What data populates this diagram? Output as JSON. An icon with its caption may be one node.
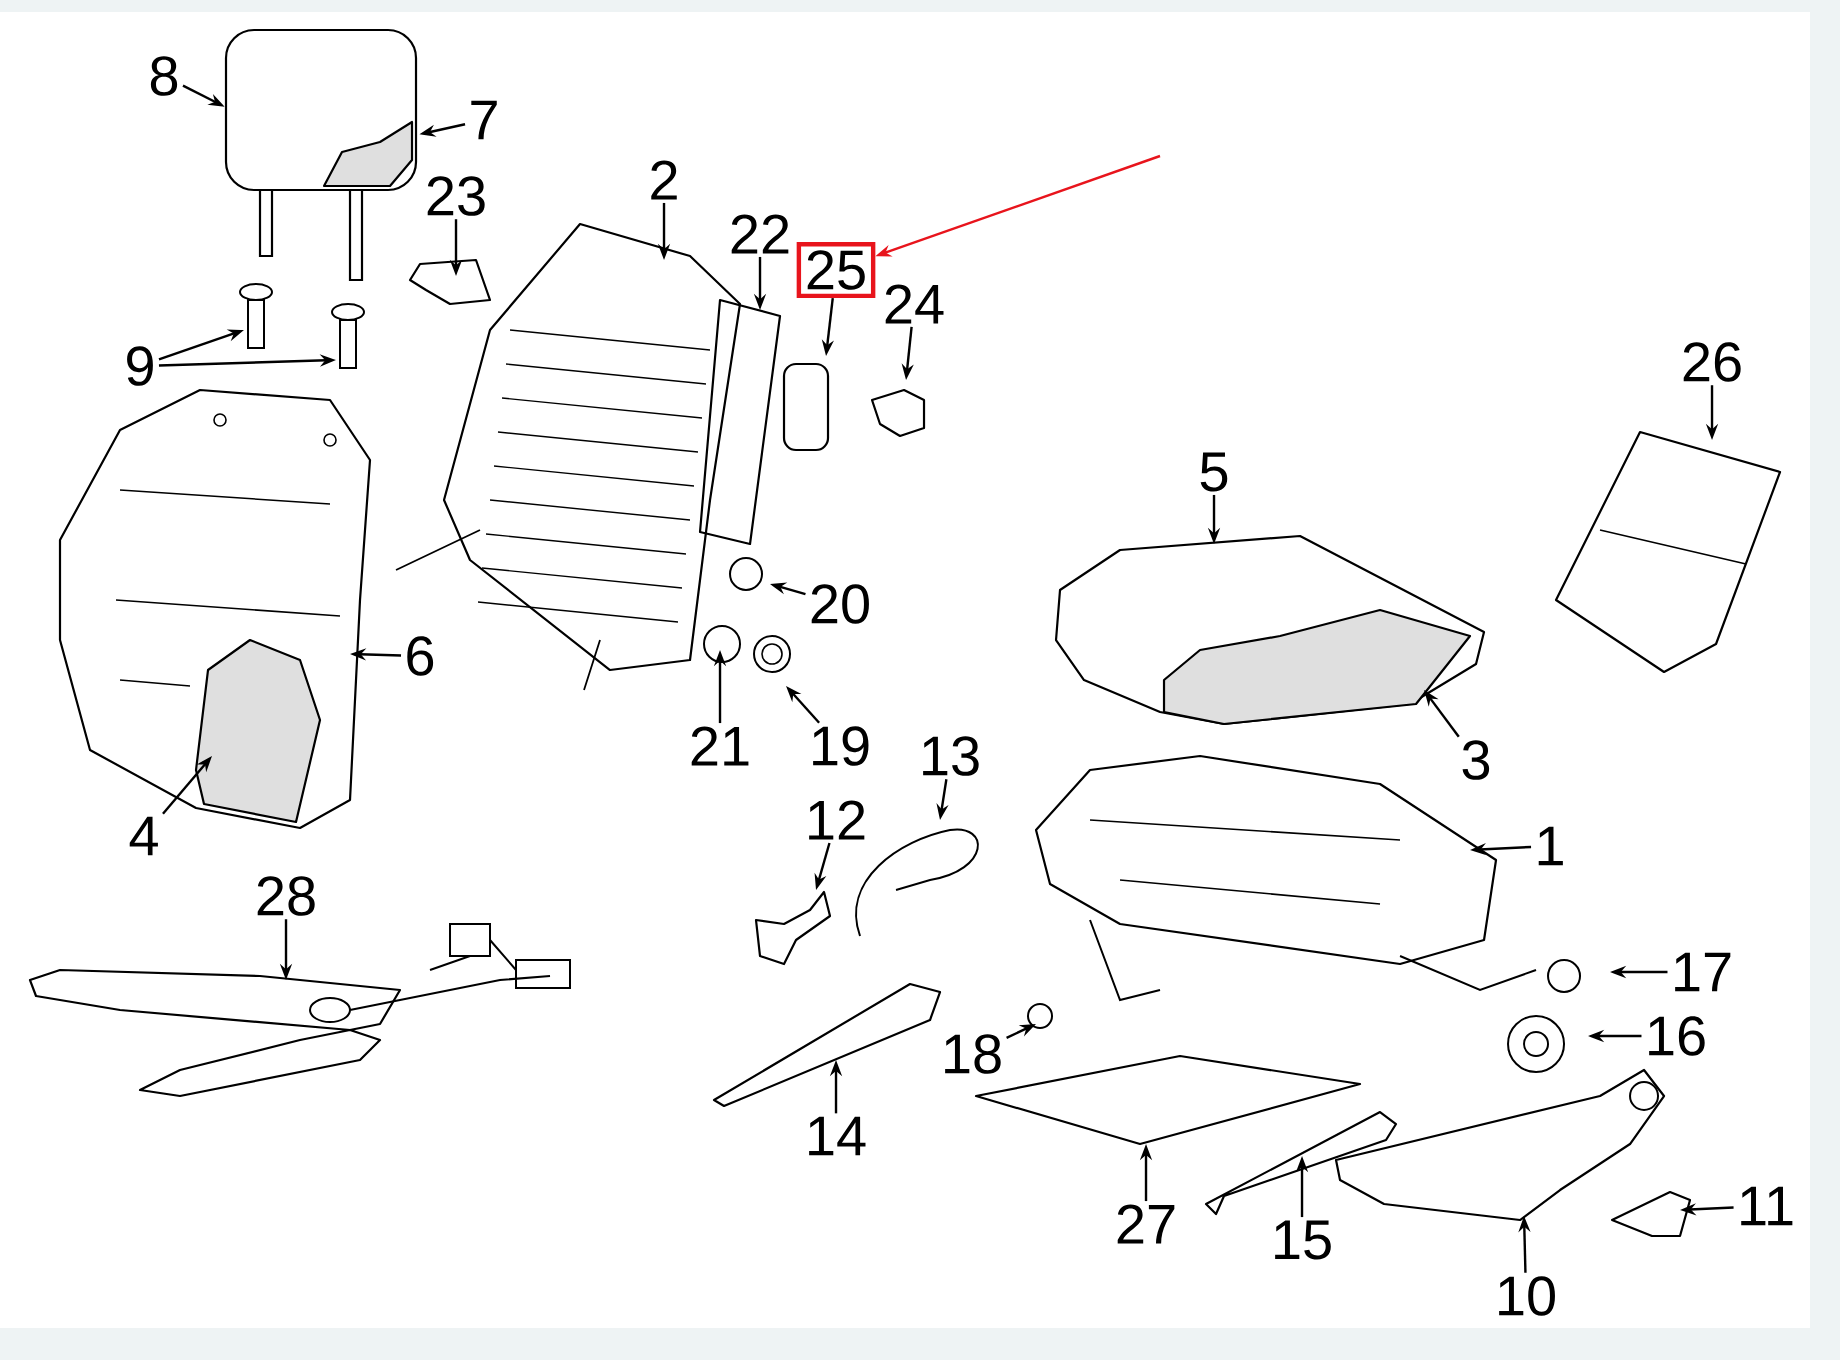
{
  "diagram": {
    "nodes": [
      {
        "text": [
          "1"
        ]
      },
      {
        "text": [
          "2"
        ]
      },
      {
        "text": [
          "3"
        ]
      },
      {
        "text": [
          "4"
        ]
      },
      {
        "text": [
          "5"
        ]
      },
      {
        "text": [
          "6"
        ]
      },
      {
        "text": [
          "7"
        ]
      },
      {
        "text": [
          "8"
        ]
      },
      {
        "text": [
          "9"
        ]
      },
      {
        "text": [
          "10"
        ]
      },
      {
        "text": [
          "11"
        ]
      },
      {
        "text": [
          "12"
        ]
      },
      {
        "text": [
          "13"
        ]
      },
      {
        "text": [
          "14"
        ]
      },
      {
        "text": [
          "15"
        ]
      },
      {
        "text": [
          "16"
        ]
      },
      {
        "text": [
          "17"
        ]
      },
      {
        "text": [
          "18"
        ]
      },
      {
        "text": [
          "19"
        ]
      },
      {
        "text": [
          "20"
        ]
      },
      {
        "text": [
          "21"
        ]
      },
      {
        "text": [
          "22"
        ]
      },
      {
        "text": [
          "23"
        ]
      },
      {
        "text": [
          "24"
        ]
      },
      {
        "text": [
          "25"
        ]
      },
      {
        "text": [
          "26"
        ]
      },
      {
        "text": [
          "27"
        ]
      },
      {
        "text": [
          "28"
        ]
      },
      {
        "text": [],
        "shape": "picture"
      }
    ],
    "edges": [
      {
        "from": 0,
        "to": null,
        "arrow": "to"
      },
      {
        "from": 1,
        "to": null,
        "arrow": "to"
      },
      {
        "from": 2,
        "to": null,
        "arrow": "to"
      },
      {
        "from": 3,
        "to": null,
        "arrow": "to"
      },
      {
        "from": 4,
        "to": null,
        "arrow": "to"
      },
      {
        "from": 5,
        "to": null,
        "arrow": "to"
      },
      {
        "from": 6,
        "to": 28,
        "arrow": "to"
      },
      {
        "from": 7,
        "to": 28,
        "arrow": "to"
      },
      {
        "from": 8,
        "to": null,
        "arrow": "to"
      },
      {
        "from": 8,
        "to": null,
        "arrow": "to"
      },
      {
        "from": 9,
        "to": null,
        "arrow": "to"
      },
      {
        "from": 10,
        "to": null,
        "arrow": "to"
      },
      {
        "from": 11,
        "to": null,
        "arrow": "to"
      },
      {
        "from": 12,
        "to": null,
        "arrow": "to"
      },
      {
        "from": 13,
        "to": null,
        "arrow": "to"
      },
      {
        "from": 14,
        "to": null,
        "arrow": "to"
      },
      {
        "from": 15,
        "to": null,
        "arrow": "to"
      },
      {
        "from": 16,
        "to": null,
        "arrow": "to"
      },
      {
        "from": 17,
        "to": null,
        "arrow": "to"
      },
      {
        "from": 18,
        "to": null,
        "arrow": "to"
      },
      {
        "from": 19,
        "to": null,
        "arrow": "to"
      },
      {
        "from": 20,
        "to": null,
        "arrow": "to"
      },
      {
        "from": 21,
        "to": null,
        "arrow": "to"
      },
      {
        "from": 22,
        "to": null,
        "arrow": "to"
      },
      {
        "from": 23,
        "to": null,
        "arrow": "to"
      },
      {
        "from": 24,
        "to": null,
        "arrow": "to"
      },
      {
        "from": 25,
        "to": null,
        "arrow": "to"
      },
      {
        "from": 26,
        "to": null,
        "arrow": "to"
      },
      {
        "from": 27,
        "to": null,
        "arrow": "to"
      },
      {
        "from": null,
        "to": 24,
        "arrow": "to",
        "color": "#e8141c"
      }
    ]
  }
}
